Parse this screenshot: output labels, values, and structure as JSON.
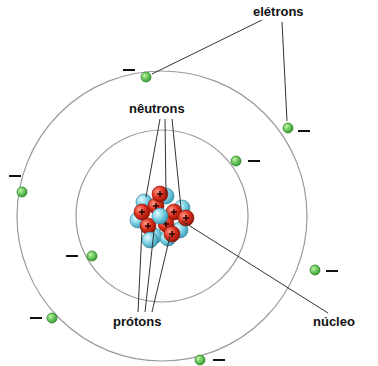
{
  "diagram": {
    "labels": [
      "elétrons",
      "nêutrons",
      "prótons",
      "núcleo"
    ]
  }
}
